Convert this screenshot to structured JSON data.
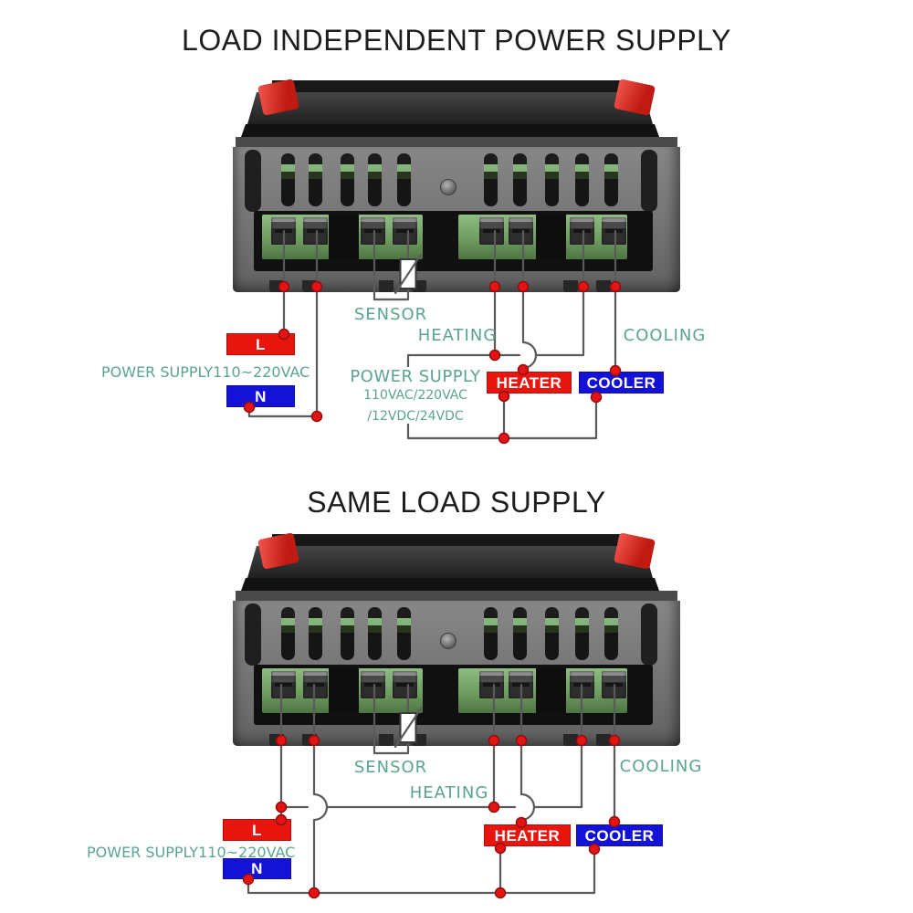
{
  "colors": {
    "teal": "#5BA392",
    "box_red": "#E8150F",
    "box_blue": "#1512D8",
    "wire": "#5A5A5A",
    "dot": "#E51313",
    "dot_stroke": "#8F0E0E",
    "title": "#1D1D1D"
  },
  "diagram1": {
    "title": "LOAD INDEPENDENT POWER SUPPLY",
    "mains_label": "POWER SUPPLY110~220VAC",
    "sensor_label": "SENSOR",
    "heating_label": "HEATING",
    "cooling_label": "COOLING",
    "load_supply_line1": "POWER SUPPLY",
    "load_supply_line2": "110VAC/220VAC",
    "load_supply_line3": "/12VDC/24VDC",
    "live_label": "L",
    "neutral_label": "N",
    "heater_label": "HEATER",
    "cooler_label": "COOLER"
  },
  "diagram2": {
    "title": "SAME LOAD SUPPLY",
    "mains_label": "POWER SUPPLY110~220VAC",
    "sensor_label": "SENSOR",
    "heating_label": "HEATING",
    "cooling_label": "COOLING",
    "live_label": "L",
    "neutral_label": "N",
    "heater_label": "HEATER",
    "cooler_label": "COOLER"
  }
}
